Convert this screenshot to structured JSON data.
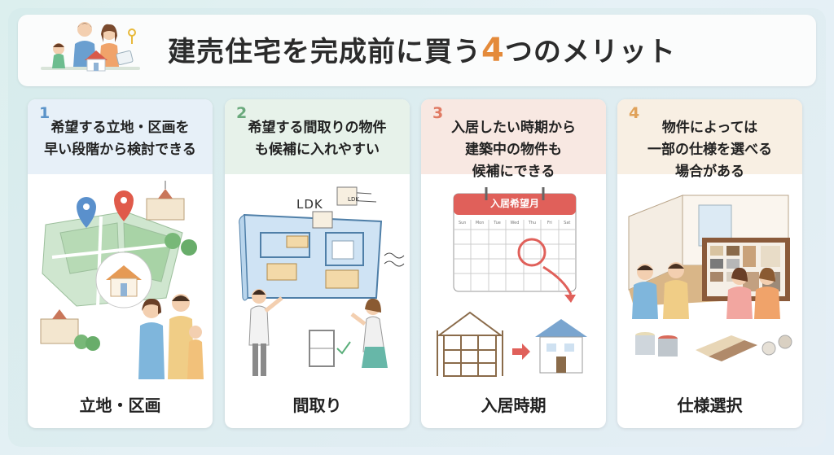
{
  "header": {
    "title_pre": "建売住宅を完成前に買う",
    "title_num": "4",
    "title_post": "つのメリット"
  },
  "colors": {
    "accent": "#e48a3a",
    "card1": "#e6f0f7",
    "card2": "#e6f2ea",
    "card3": "#f8e8e2",
    "card4": "#f7efe4"
  },
  "cards": [
    {
      "num": "1",
      "num_color": "#5b93c9",
      "top_color": "#e7f0f8",
      "heading": "希望する立地・区画を\n早い段階から検討できる",
      "label": "立地・区画"
    },
    {
      "num": "2",
      "num_color": "#6aa97c",
      "top_color": "#e7f2ea",
      "heading": "希望する間取りの物件\nも候補に入れやすい",
      "label": "間取り"
    },
    {
      "num": "3",
      "num_color": "#e07a63",
      "top_color": "#f8e8e2",
      "heading": "入居したい時期から\n建築中の物件も\n候補にできる",
      "label": "入居時期"
    },
    {
      "num": "4",
      "num_color": "#e0a25a",
      "top_color": "#f8efe3",
      "heading": "物件によっては\n一部の仕様を選べる\n場合がある",
      "label": "仕様選択"
    }
  ],
  "art": {
    "floorplan_ldk": "LDK",
    "calendar_title": "入居希望月",
    "calendar_days": [
      "Sun",
      "Mon",
      "Tue",
      "Wed",
      "Thu",
      "Fri",
      "Sat"
    ]
  }
}
